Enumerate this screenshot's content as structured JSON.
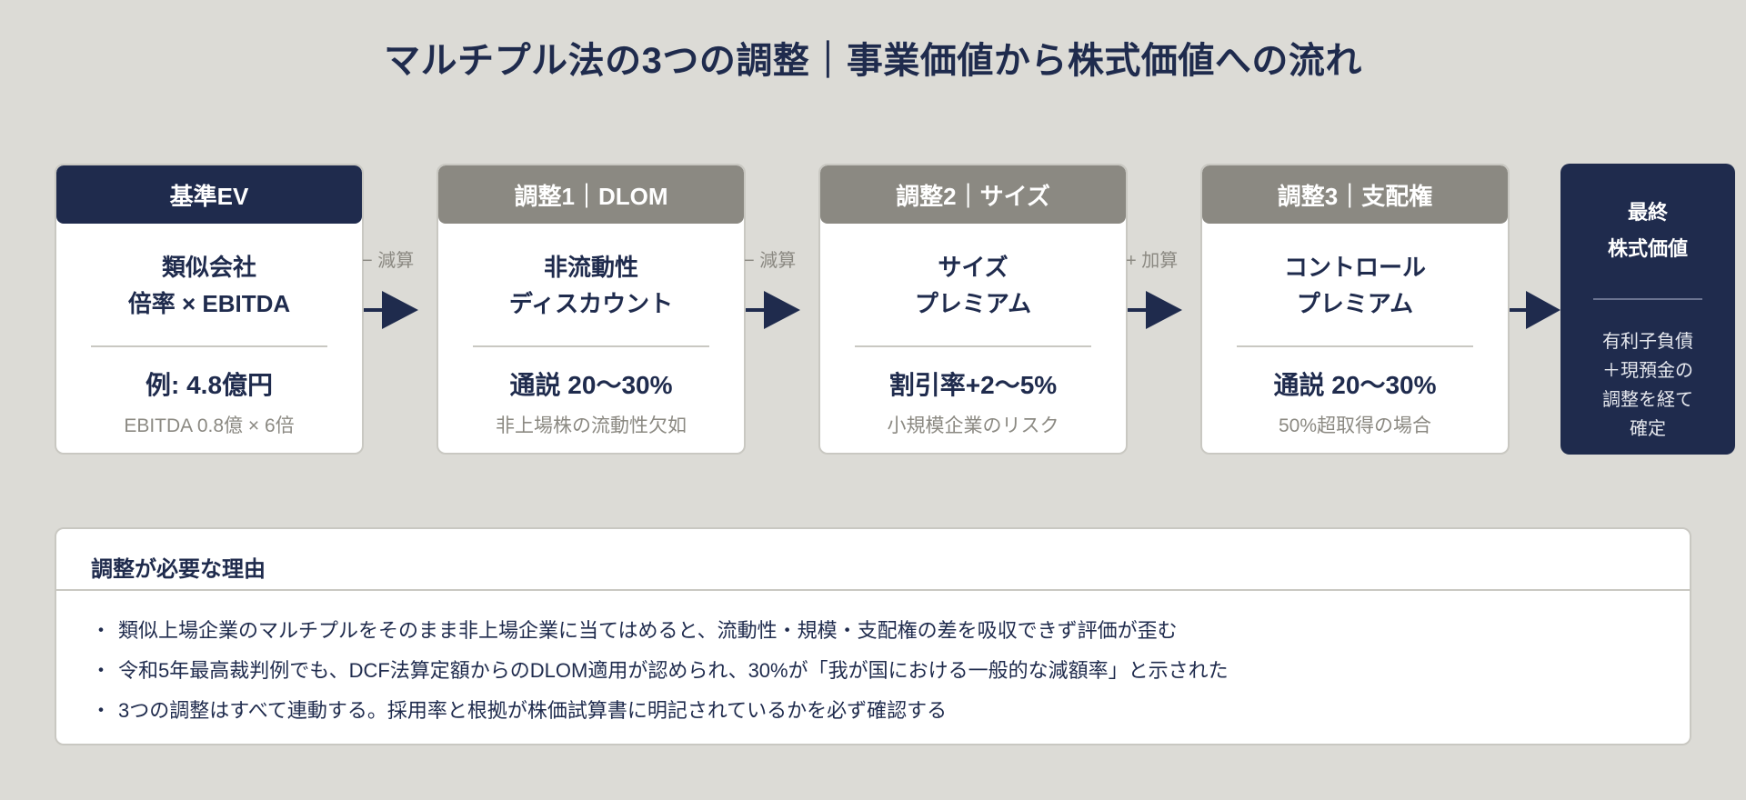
{
  "title": "マルチプル法の3つの調整｜事業価値から株式価値への流れ",
  "colors": {
    "background": "#dcdbd6",
    "navy": "#1f2b4d",
    "gray_header": "#8b8982",
    "muted_text": "#8b8982",
    "border": "#c9c8c2"
  },
  "cards": [
    {
      "header": "基準EV",
      "header_style": "navy",
      "main_line1": "類似会社",
      "main_line2": "倍率 × EBITDA",
      "value": "例: 4.8億円",
      "note": "EBITDA 0.8億 × 6倍"
    },
    {
      "header": "調整1｜DLOM",
      "header_style": "gray",
      "main_line1": "非流動性",
      "main_line2": "ディスカウント",
      "value": "通説 20〜30%",
      "note": "非上場株の流動性欠如"
    },
    {
      "header": "調整2｜サイズ",
      "header_style": "gray",
      "main_line1": "サイズ",
      "main_line2": "プレミアム",
      "value": "割引率+2〜5%",
      "note": "小規模企業のリスク"
    },
    {
      "header": "調整3｜支配権",
      "header_style": "gray",
      "main_line1": "コントロール",
      "main_line2": "プレミアム",
      "value": "通説 20〜30%",
      "note": "50%超取得の場合"
    }
  ],
  "connectors": [
    {
      "label": "− 減算",
      "icon": "arrow-right-icon"
    },
    {
      "label": "− 減算",
      "icon": "arrow-right-icon"
    },
    {
      "label": "+ 加算",
      "icon": "arrow-right-icon"
    },
    {
      "label": "",
      "icon": "arrow-right-icon"
    }
  ],
  "final": {
    "title_line1": "最終",
    "title_line2": "株式価値",
    "text_lines": [
      "有利子負債",
      "＋現預金の",
      "調整を経て",
      "確定"
    ]
  },
  "panel": {
    "title": "調整が必要な理由",
    "bullet": "・",
    "items": [
      "類似上場企業のマルチプルをそのまま非上場企業に当てはめると、流動性・規模・支配権の差を吸収できず評価が歪む",
      "令和5年最高裁判例でも、DCF法算定額からのDLOM適用が認められ、30%が「我が国における一般的な減額率」と示された",
      "3つの調整はすべて連動する。採用率と根拠が株価試算書に明記されているかを必ず確認する"
    ]
  }
}
